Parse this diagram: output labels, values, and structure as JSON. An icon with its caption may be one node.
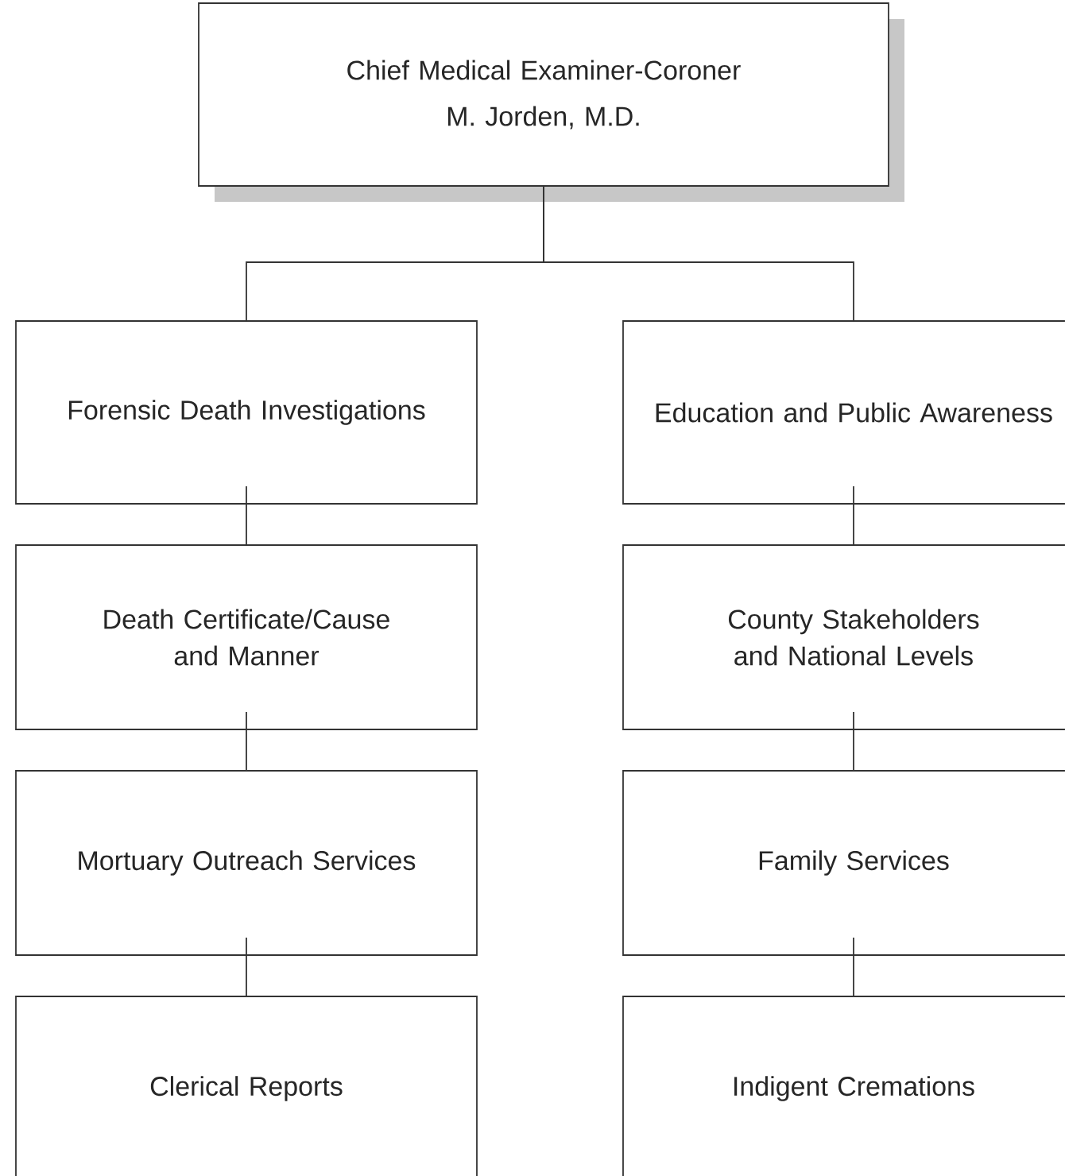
{
  "diagram": {
    "nodes": [
      {
        "text": [
          "Chief Medical Examiner-Coroner",
          "M. Jorden, M.D."
        ]
      },
      {
        "text": [
          "Forensic Death Investigations"
        ]
      },
      {
        "text": [
          "Education and Public Awareness"
        ]
      },
      {
        "text": [
          "Death Certificate/Cause and Manner"
        ]
      },
      {
        "text": [
          "County Stakeholders and National Levels"
        ]
      },
      {
        "text": [
          "Mortuary Outreach Services"
        ]
      },
      {
        "text": [
          "Family Services"
        ]
      },
      {
        "text": [
          "Clerical Reports"
        ]
      },
      {
        "text": [
          "Indigent Cremations"
        ]
      }
    ],
    "edges": [
      {
        "from": 0,
        "to": 1,
        "arrow": "none"
      },
      {
        "from": 0,
        "to": 2,
        "arrow": "none"
      },
      {
        "from": 1,
        "to": 3,
        "arrow": "none"
      },
      {
        "from": 3,
        "to": 5,
        "arrow": "none"
      },
      {
        "from": 5,
        "to": 7,
        "arrow": "none"
      },
      {
        "from": 2,
        "to": 4,
        "arrow": "none"
      },
      {
        "from": 4,
        "to": 6,
        "arrow": "none"
      },
      {
        "from": 6,
        "to": 8,
        "arrow": "none"
      }
    ]
  }
}
